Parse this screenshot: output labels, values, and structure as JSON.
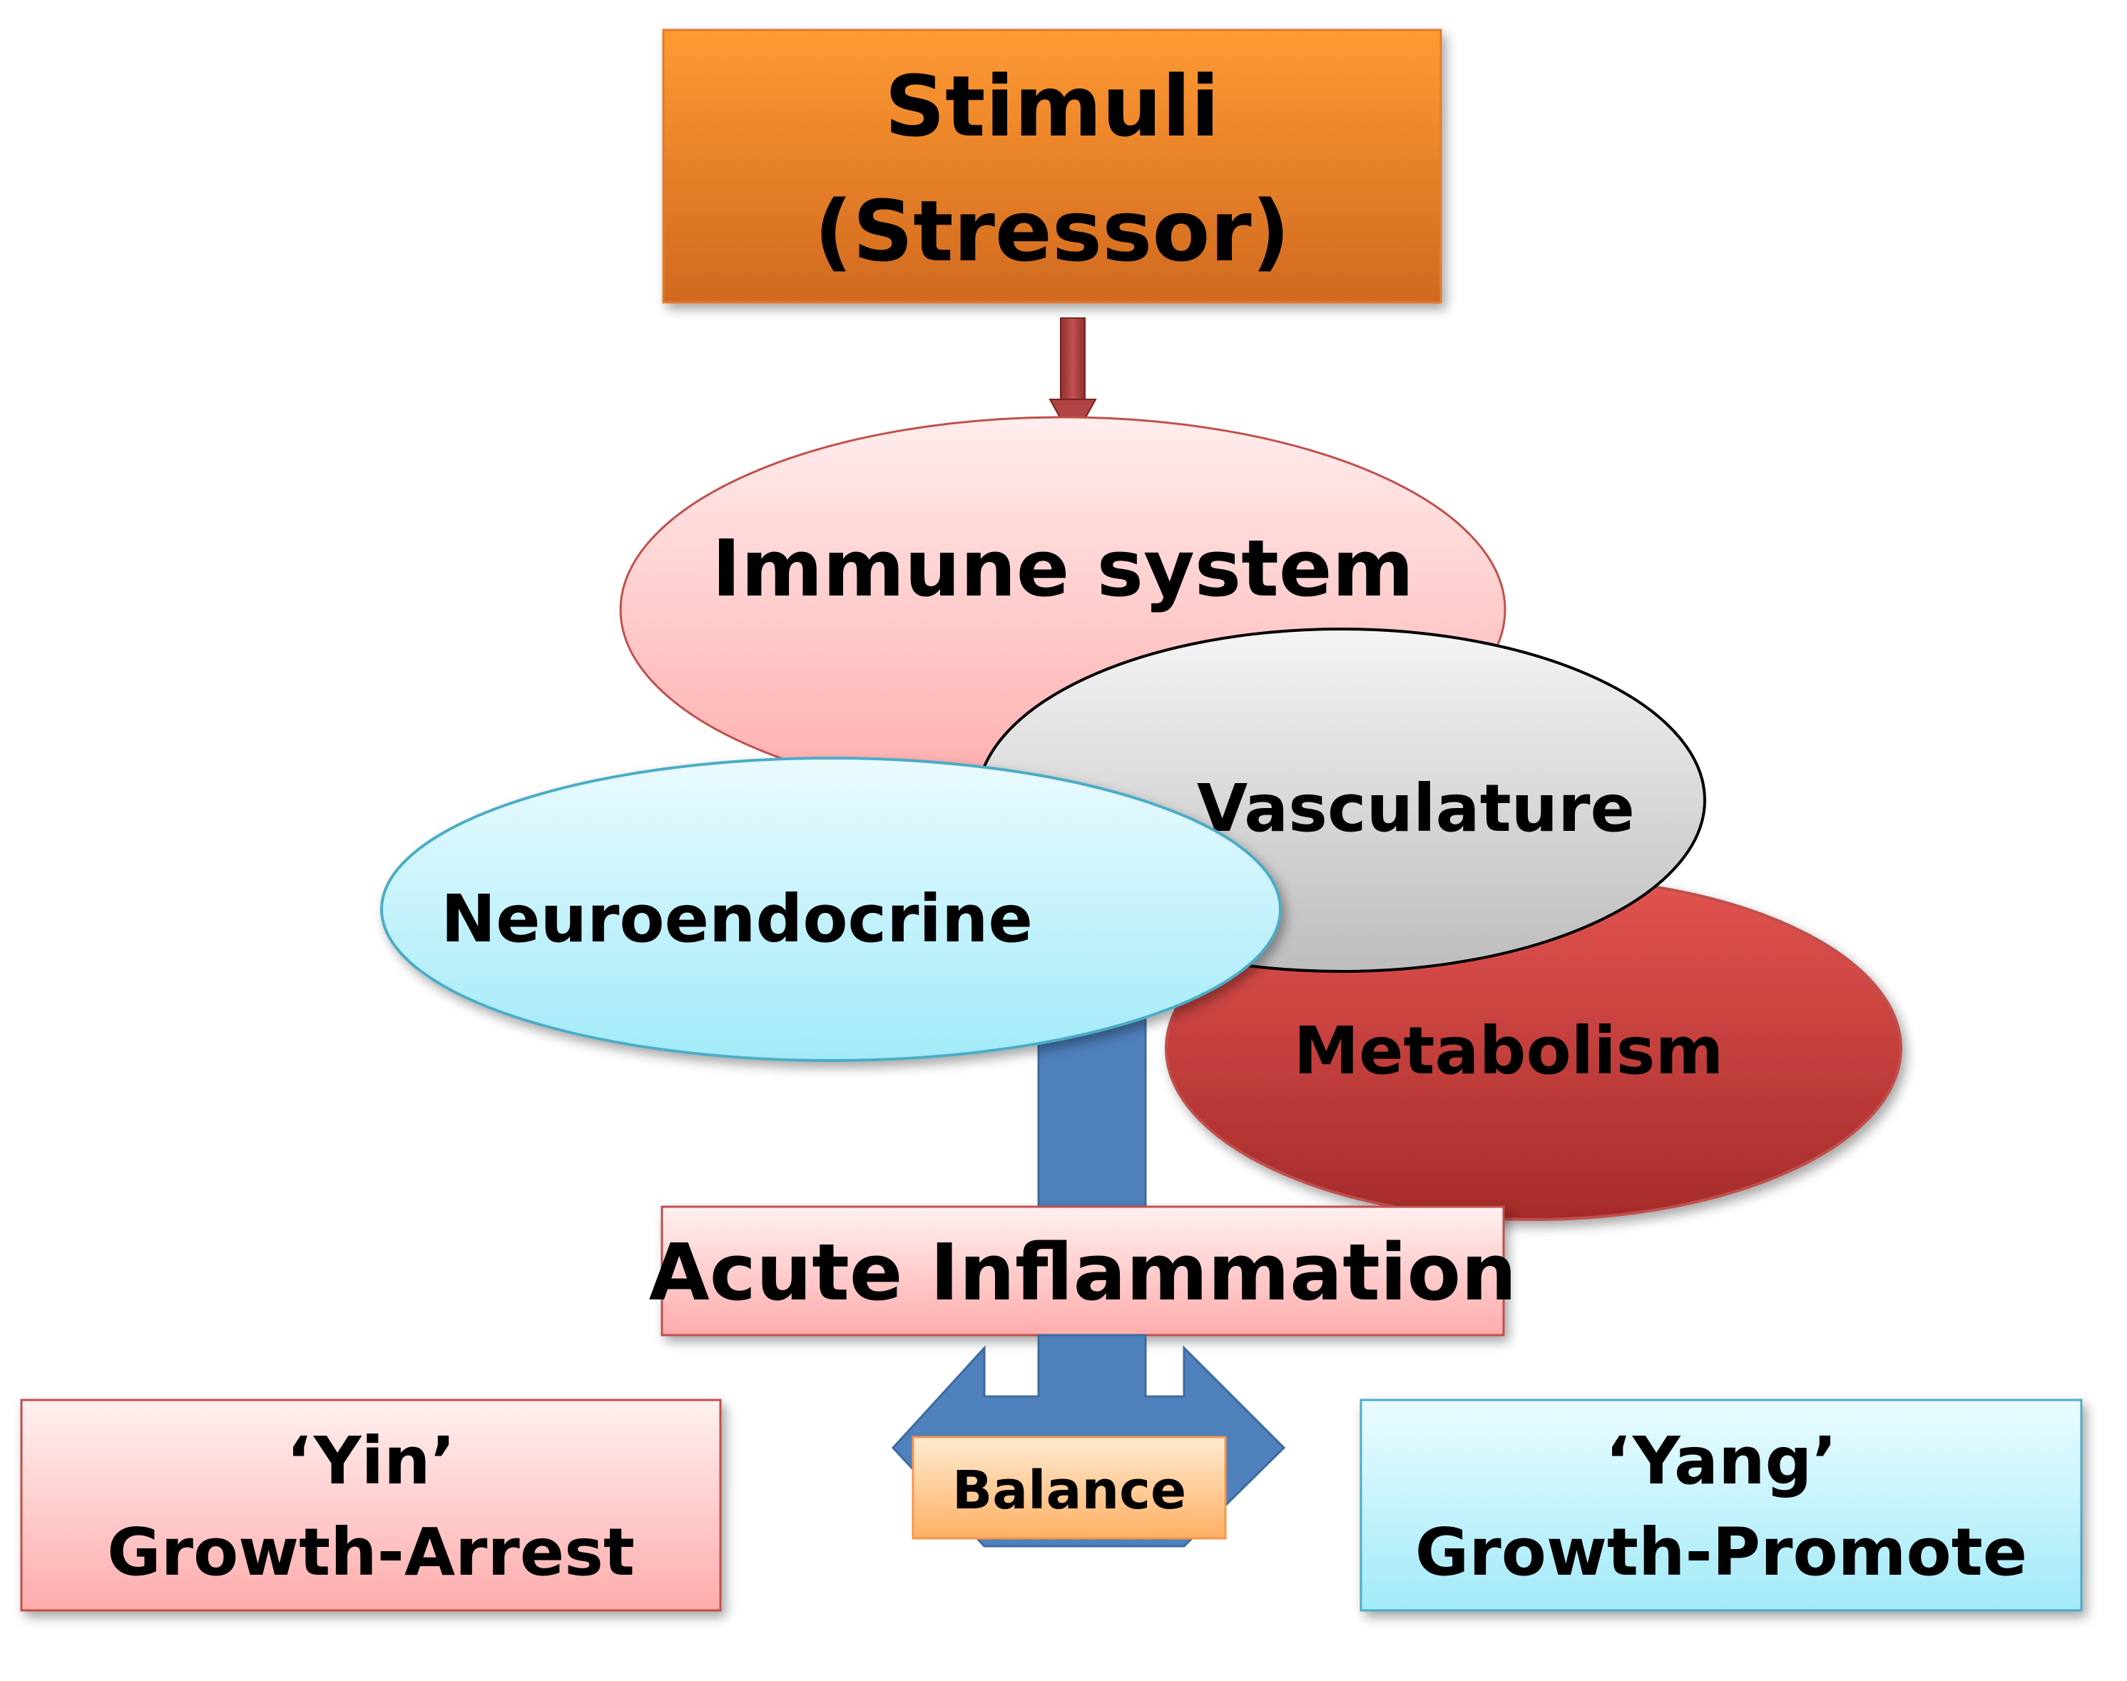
{
  "nodes": {
    "stimuli": {
      "line1": "Stimuli",
      "line2": "(Stressor)"
    },
    "immune": {
      "label": "Immune system"
    },
    "vasculature": {
      "label": "Vasculature"
    },
    "neuroendocrine": {
      "label": "Neuroendocrine"
    },
    "metabolism": {
      "label": "Metabolism"
    },
    "acute": {
      "label": "Acute Inflammation"
    },
    "yin": {
      "line1": "‘Yin’",
      "line2": "Growth-Arrest"
    },
    "yang": {
      "line1": "‘Yang’",
      "line2": "Growth-Promote"
    },
    "balance": {
      "label": "Balance"
    }
  },
  "colors": {
    "stimuli_top": "#FF9933",
    "stimuli_bottom": "#D2691E",
    "immune_top": "#FFEAEA",
    "immune_bottom": "#FFAFAF",
    "vasculature_top": "#F2F2F2",
    "vasculature_bottom": "#BFBFBF",
    "neuro_top": "#E8FBFF",
    "neuro_bottom": "#A5ECF8",
    "metabolism_top": "#E04F4B",
    "metabolism_bottom": "#A82D2C",
    "blue_arrow": "#4F81BD",
    "red_arrow": "#B04444",
    "balance_top": "#FFE4C4",
    "balance_bottom": "#FFB066"
  }
}
